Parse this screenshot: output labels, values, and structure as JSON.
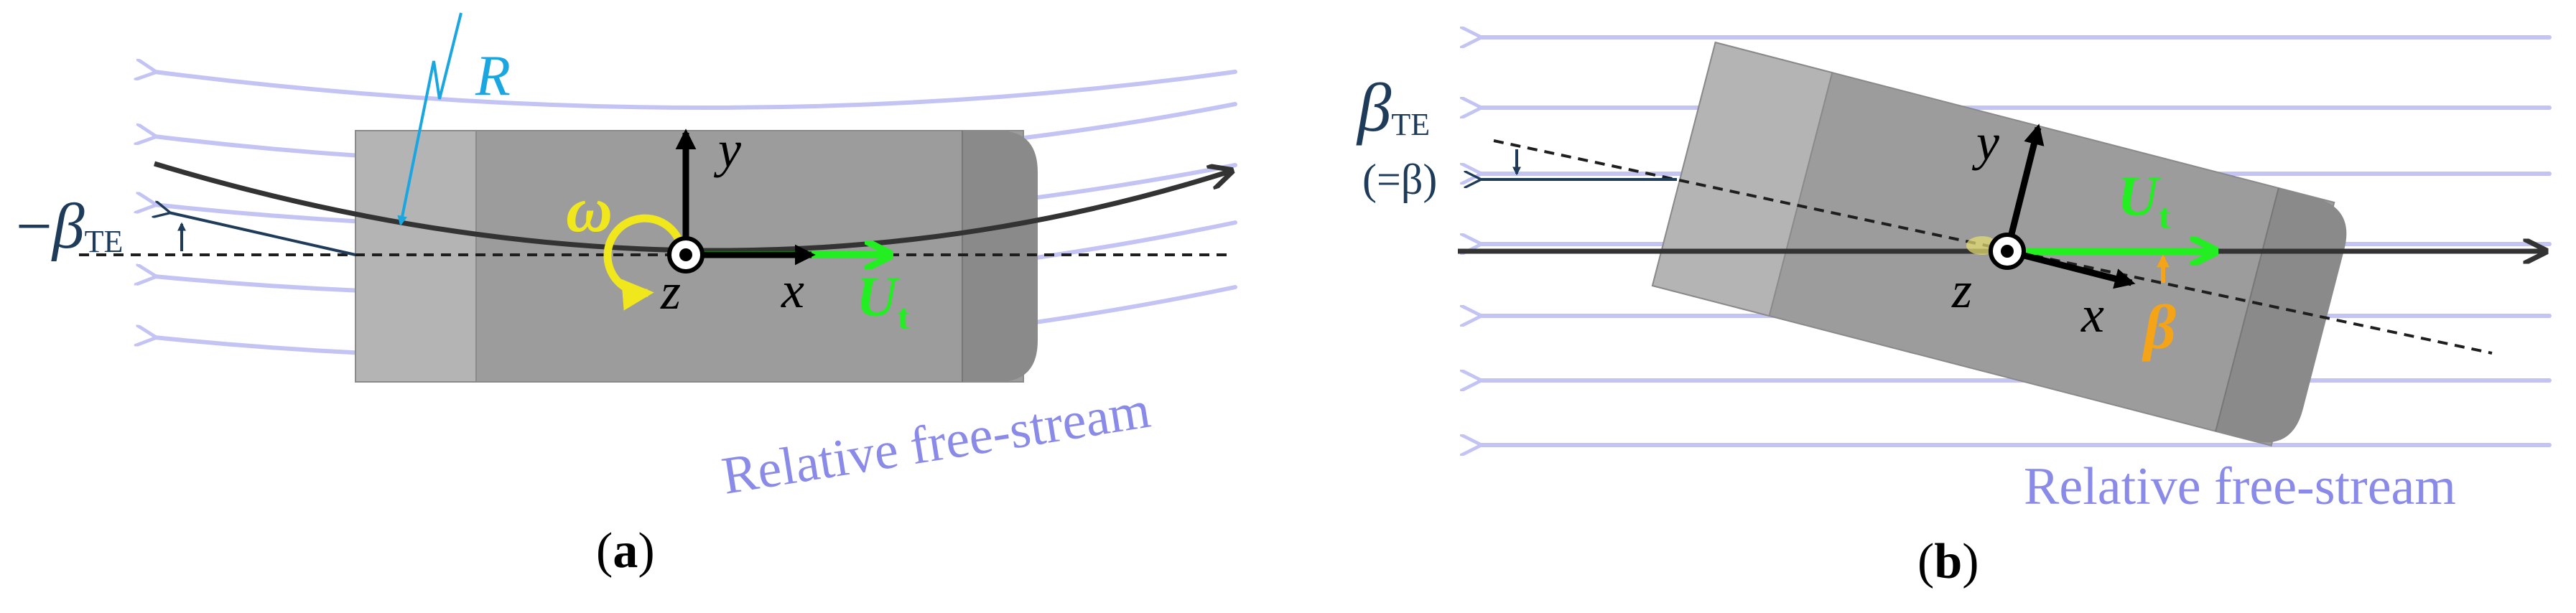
{
  "colors": {
    "stream": "#c3c4f3",
    "stream_text": "#8a8ae8",
    "body_light": "#b4b4b4",
    "body_mid": "#9c9c9c",
    "body_dark": "#8a8a8a",
    "path": "#333333",
    "dashed": "#1e1e1e",
    "navy": "#1f3b5a",
    "radius": "#1aa6e0",
    "omega": "#f0e81c",
    "velocity": "#22ee22",
    "beta": "#f4a416",
    "axis": "#000000"
  },
  "panel_a": {
    "caption_open": "(",
    "caption_letter": "a",
    "caption_close": ")",
    "radius_label": "R",
    "omega_label": "ω",
    "y_label": "y",
    "x_label": "x",
    "z_label": "z",
    "velocity_main": "U",
    "velocity_sub": "t",
    "beta_prefix": "−",
    "beta_main": "β",
    "beta_sub": "TE",
    "freestream_label": "Relative free-stream"
  },
  "panel_b": {
    "caption_open": "(",
    "caption_letter": "b",
    "caption_close": ")",
    "y_label": "y",
    "x_label": "x",
    "z_label": "z",
    "velocity_main": "U",
    "velocity_sub": "t",
    "beta_label": "β",
    "beta_main": "β",
    "beta_sub": "TE",
    "beta_equiv": "(=β)",
    "freestream_label": "Relative free-stream"
  }
}
